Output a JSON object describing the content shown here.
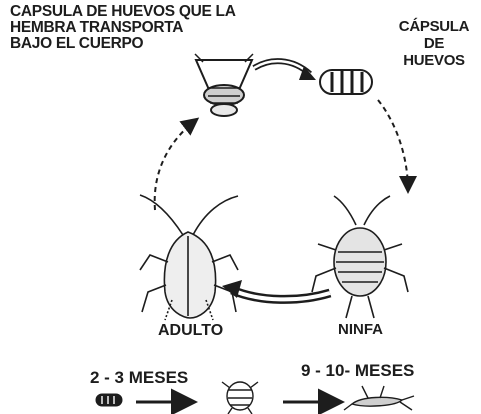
{
  "labels": {
    "female_capsule": [
      "CAPSULA DE HUEVOS QUE LA",
      "HEMBRA TRANSPORTA",
      "BAJO EL CUERPO"
    ],
    "egg_capsule": [
      "CÁPSULA",
      "DE",
      "HUEVOS"
    ],
    "adult": "ADULTO",
    "nymph": "NINFA"
  },
  "timeline": {
    "egg_to_nymph": "2 - 3 MESES",
    "nymph_to_adult": "9 - 10- MESES"
  },
  "colors": {
    "ink": "#1d1d1d",
    "background": "#ffffff"
  }
}
